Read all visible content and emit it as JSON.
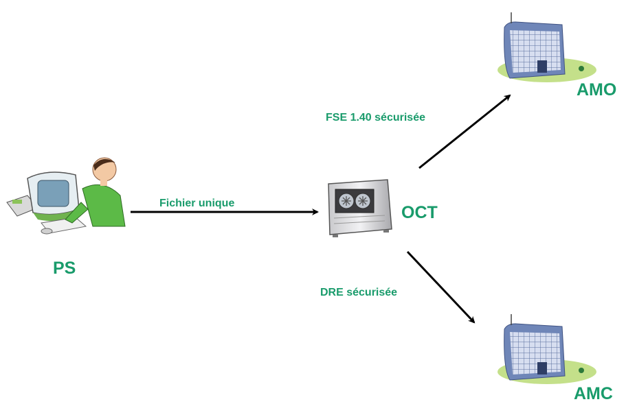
{
  "nodes": {
    "ps": {
      "label": "PS",
      "icon": "computer-user-icon"
    },
    "oct": {
      "label": "OCT",
      "icon": "server-unit-icon"
    },
    "amo": {
      "label": "AMO",
      "icon": "office-building-icon"
    },
    "amc": {
      "label": "AMC",
      "icon": "office-building-icon"
    }
  },
  "edges": {
    "ps_oct": {
      "label": "Fichier unique"
    },
    "oct_amo": {
      "label": "FSE 1.40 sécurisée"
    },
    "oct_amc": {
      "label": "DRE sécurisée"
    }
  },
  "colors": {
    "label": "#199b6b",
    "arrow": "#000000",
    "building": "#6f86b8",
    "grass": "#c4e08a",
    "shirt": "#5cba47"
  }
}
